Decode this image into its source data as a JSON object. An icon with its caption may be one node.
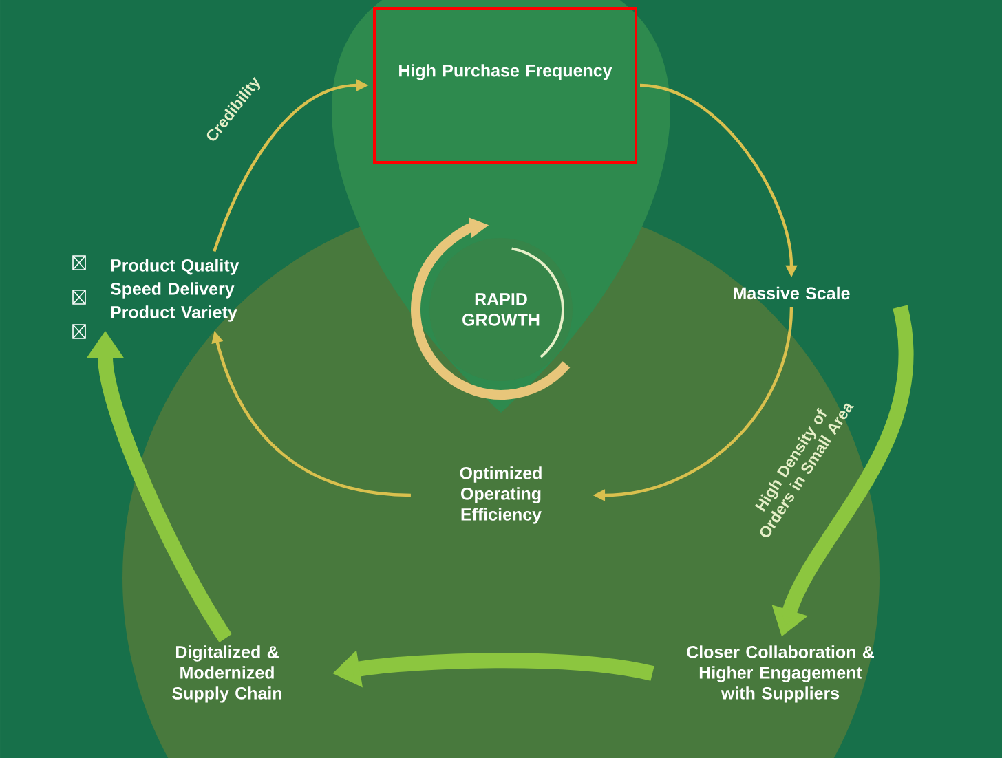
{
  "diagram": {
    "nodes": [
      {
        "text": [
          "High Purchase Frequency"
        ]
      },
      {
        "text": [
          "Massive Scale"
        ]
      },
      {
        "text": [
          "Optimized Operating Efficiency"
        ]
      },
      {
        "text": [
          "Product Quality",
          "Speed Delivery",
          "Product Variety"
        ]
      },
      {
        "text": [
          "RAPID GROWTH"
        ]
      },
      {
        "text": [
          "Closer Collaboration & Higher Engagement with Suppliers"
        ]
      },
      {
        "text": [
          "Digitalized & Modernized Supply Chain"
        ]
      }
    ],
    "edges": [
      {
        "from": 0,
        "to": 1,
        "arrow": "to"
      },
      {
        "from": 1,
        "to": 2,
        "arrow": "to",
        "label": "High Density of Orders in Small Area"
      },
      {
        "from": 2,
        "to": 3,
        "arrow": "to"
      },
      {
        "from": 3,
        "to": 0,
        "arrow": "to",
        "label": "Credibility"
      },
      {
        "from": 1,
        "to": 5,
        "arrow": "to",
        "style": "thick",
        "color": "#8cc63f"
      },
      {
        "from": 5,
        "to": 6,
        "arrow": "to",
        "style": "thick",
        "color": "#8cc63f"
      },
      {
        "from": 6,
        "to": 3,
        "arrow": "to",
        "style": "thick",
        "color": "#8cc63f"
      },
      {
        "from": 4,
        "to": 4,
        "arrow": "to",
        "style": "thick",
        "color": "#e8c67a"
      }
    ]
  }
}
